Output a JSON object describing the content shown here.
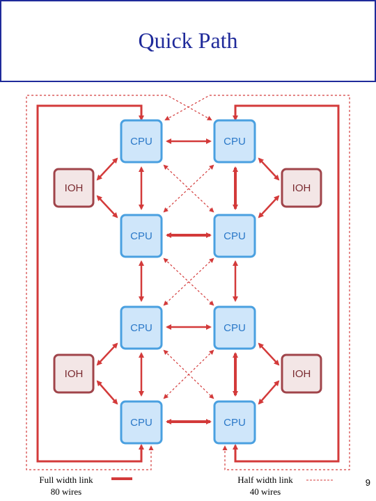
{
  "slide": {
    "title": "Quick Path",
    "page_number": "9"
  },
  "legend": {
    "full": {
      "label": "Full width link",
      "sublabel": "80 wires"
    },
    "half": {
      "label": "Half width link",
      "sublabel": "40 wires"
    }
  },
  "nodes": {
    "cpu_label": "CPU",
    "ioh_label": "IOH"
  },
  "colors": {
    "title": "#1f2a9a",
    "link": "#d33a3a",
    "cpu_fill": "#cfe6fa",
    "cpu_border": "#4aa0e0",
    "ioh_fill": "#f3e6e6",
    "ioh_border": "#a0444a"
  }
}
